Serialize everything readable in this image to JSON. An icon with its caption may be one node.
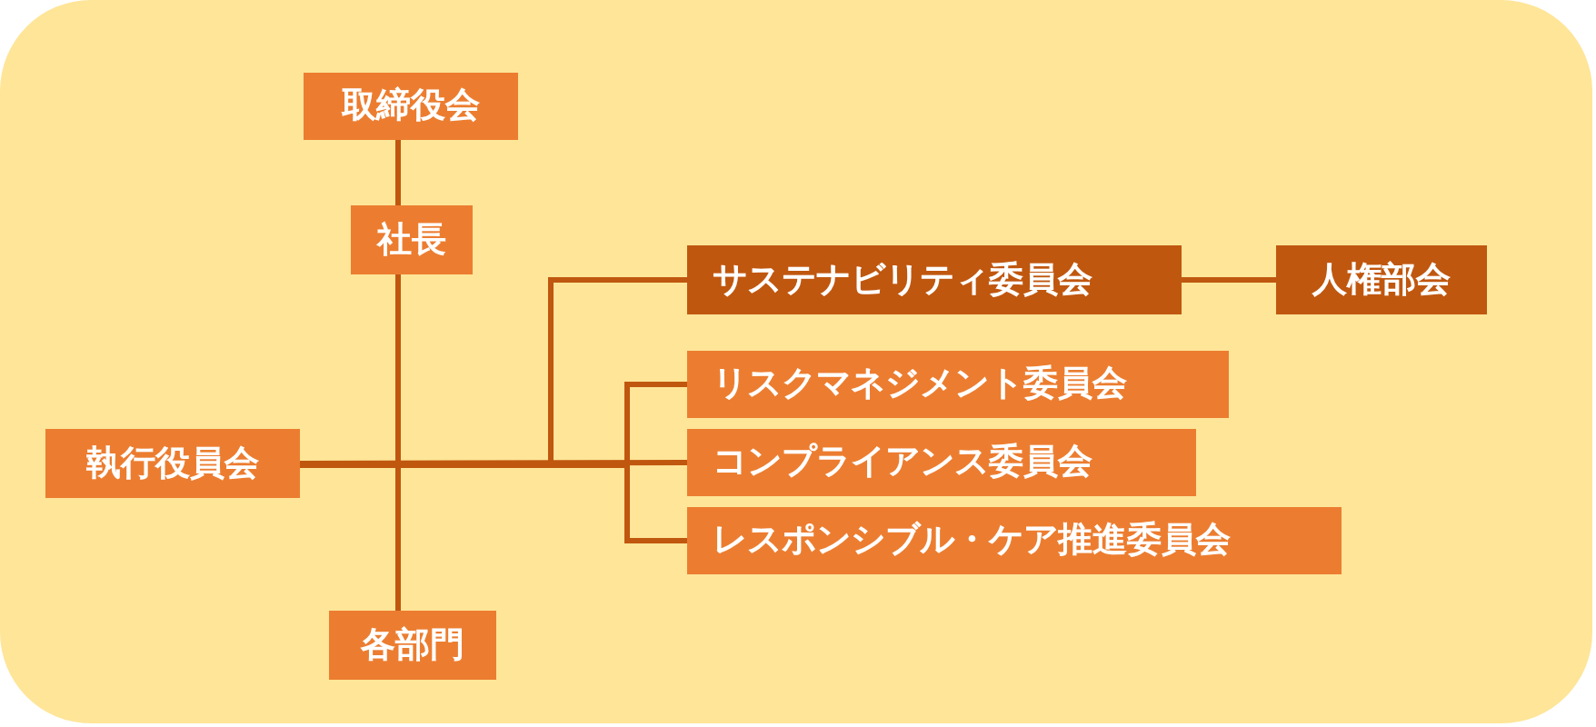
{
  "diagram": {
    "nodes": [
      {
        "text": [
          "取締役会"
        ]
      },
      {
        "text": [
          "社長"
        ]
      },
      {
        "text": [
          "サステナビリティ委員会"
        ]
      },
      {
        "text": [
          "人権部会"
        ]
      },
      {
        "text": [
          "執行役員会"
        ]
      },
      {
        "text": [
          "リスクマネジメント委員会"
        ]
      },
      {
        "text": [
          "コンプライアンス委員会"
        ]
      },
      {
        "text": [
          "レスポンシブル・ケア推進委員会"
        ]
      },
      {
        "text": [
          "各部門"
        ]
      }
    ],
    "edges": [
      {
        "from": 0,
        "to": 1,
        "arrow": "none"
      },
      {
        "from": 1,
        "to": 8,
        "arrow": "none"
      },
      {
        "from": 4,
        "to": 2,
        "arrow": "none"
      },
      {
        "from": 2,
        "to": 3,
        "arrow": "none"
      },
      {
        "from": 4,
        "to": 5,
        "arrow": "none"
      },
      {
        "from": 4,
        "to": 6,
        "arrow": "none"
      },
      {
        "from": 4,
        "to": 7,
        "arrow": "none"
      }
    ]
  }
}
